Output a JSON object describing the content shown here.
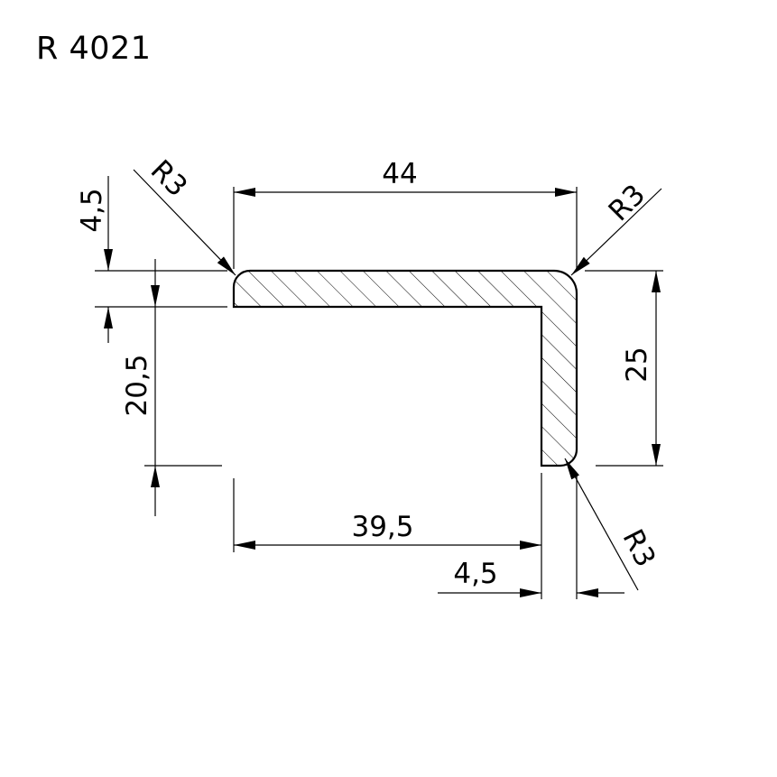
{
  "drawing": {
    "title": "R 4021",
    "line_color": "#000000",
    "dimensions": {
      "top_width": "44",
      "bottom_inner_width": "39,5",
      "leg_thickness": "4,5",
      "flange_thickness": "4,5",
      "inner_height": "20,5",
      "total_height": "25",
      "radius_left": "R3",
      "radius_right_top": "R3",
      "radius_right_bottom": "R3"
    }
  }
}
